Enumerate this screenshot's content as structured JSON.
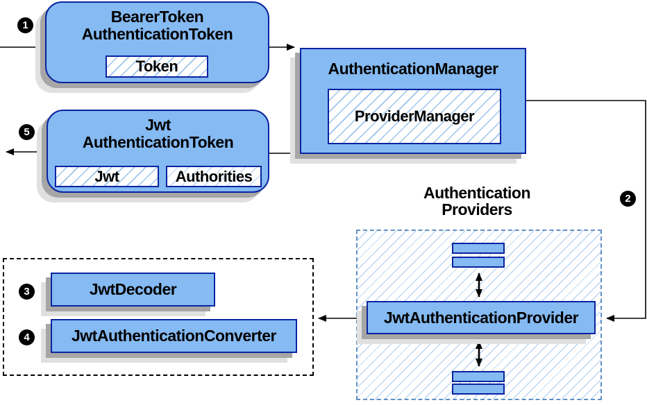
{
  "colors": {
    "node_fill": "#85baf2",
    "node_border": "#0a23a0",
    "hatch_line": "#9cc3ec",
    "hatch_line_light": "#c7dcf5",
    "container_hatch_line": "#aacbee",
    "blue_container_border": "#5e90c5",
    "black_container_border": "#000000",
    "shadow_dark": "#a6a6a6",
    "shadow_light": "#e0e0e0",
    "connector": "#000000",
    "badge_bg": "#000000",
    "badge_text": "#ffffff",
    "text": "#000000"
  },
  "badges": {
    "step1": "1",
    "step2": "2",
    "step3": "3",
    "step4": "4",
    "step5": "5"
  },
  "nodes": {
    "bearer_token": {
      "title_line1": "BearerToken",
      "title_line2": "AuthenticationToken",
      "token_chip": "Token"
    },
    "authentication_manager": {
      "title": "AuthenticationManager",
      "provider_manager_chip": "ProviderManager"
    },
    "jwt_authentication_token": {
      "title_line1": "Jwt",
      "title_line2": "AuthenticationToken",
      "jwt_chip": "Jwt",
      "authorities_chip": "Authorities"
    },
    "authentication_providers_label": {
      "line1": "Authentication",
      "line2": "Providers"
    },
    "jwt_authentication_provider": {
      "title": "JwtAuthenticationProvider"
    },
    "jwt_decoder": {
      "title": "JwtDecoder"
    },
    "jwt_authentication_converter": {
      "title": "JwtAuthenticationConverter"
    }
  }
}
